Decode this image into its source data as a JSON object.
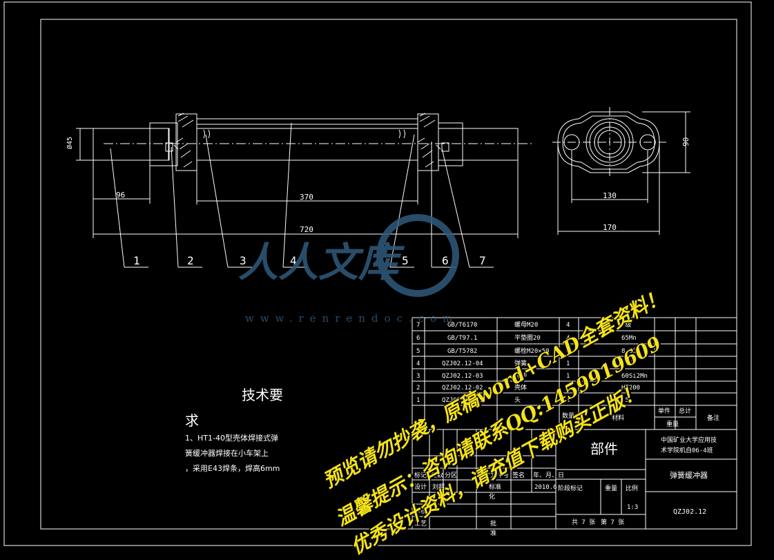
{
  "drawing": {
    "dimensions": {
      "diameter": "Ø45",
      "len_96": "96",
      "len_370": "370",
      "len_720": "720",
      "side_90": "90",
      "side_130": "130",
      "side_170": "170"
    },
    "balloons": [
      "1",
      "2",
      "3",
      "4",
      "5",
      "6",
      "7"
    ]
  },
  "tech_requirements": {
    "title_a": "技术要",
    "title_b": "求",
    "line1": "1、HT1-40型壳体焊接式弹",
    "line2": "簧缓冲器焊接在小车架上",
    "line3": "，采用E43焊条，焊高6mm"
  },
  "parts_list": {
    "rows": [
      {
        "no": "7",
        "code": "GB/T6170",
        "name": "螺母M20",
        "qty": "4",
        "material": "8级"
      },
      {
        "no": "6",
        "code": "GB/T97.1",
        "name": "平垫圈20",
        "qty": "4",
        "material": "65Mn"
      },
      {
        "no": "5",
        "code": "GB/T5782",
        "name": "螺栓M20×50",
        "qty": "4",
        "material": "8.8级"
      },
      {
        "no": "4",
        "code": "QZJ02.12-04",
        "name": "弹簧",
        "qty": "1",
        "material": "HT5"
      },
      {
        "no": "3",
        "code": "QZJ02.12-03",
        "name": "缓冲",
        "qty": "1",
        "material": "60Si2Mn"
      },
      {
        "no": "2",
        "code": "QZJ02.12-02",
        "name": "壳体",
        "qty": "1",
        "material": "HT200"
      },
      {
        "no": "1",
        "code": "QZJ02.12-01",
        "name": "头",
        "qty": "1",
        "material": "45"
      }
    ],
    "header": {
      "qty": "数量",
      "material": "材料",
      "unit_weight": "单件",
      "total_weight": "总计",
      "weight": "重量",
      "note": "备注"
    }
  },
  "title_block": {
    "category": "部件",
    "school_1": "中国矿业大学应用技",
    "school_2": "术学院机自06-4班",
    "part_name": "弹簧缓冲器",
    "drawing_no": "QZJ02.12",
    "stage_mark": "阶段标记",
    "weight": "重量",
    "scale_label": "比例",
    "scale": "1:3",
    "sheets": "共 7 张",
    "sheet_no": "第 7 张",
    "change_cols": [
      "标记",
      "处数",
      "分区",
      "更改文件号",
      "签名",
      "年、月、日"
    ],
    "design_label": "设计",
    "designer": "刘超",
    "standard_label": "标准",
    "standard_label2": "化",
    "date": "2010.6",
    "review_label": "审核",
    "process_label": "工艺",
    "approve_label": "批",
    "approve_label2": "准"
  },
  "watermarks": {
    "brand": "人人文库",
    "brand_url": "www.renrendoc.com",
    "line1": "预览请勿抄袭，原稿word+CAD全套资料！",
    "line2": "温馨提示：咨询请联系QQ:1459919609",
    "line3": "优秀设计资料，请充值下载购买正版！"
  },
  "colors": {
    "background": "#000000",
    "line": "#ffffff",
    "watermark": "#f4e21a",
    "logo": "#2f5b7d"
  }
}
